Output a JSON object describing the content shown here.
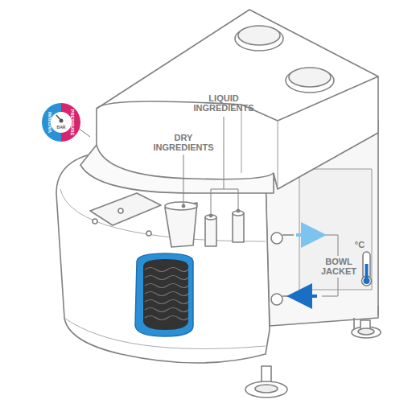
{
  "diagram": {
    "nodes": [
      {
        "text": [
          "VACUUM",
          "BAR",
          "PRESSURE"
        ]
      }
    ],
    "labels": [
      "LIQUID INGREDIENTS",
      "DRY INGREDIENTS",
      "BOWL JACKET",
      "°C"
    ]
  }
}
